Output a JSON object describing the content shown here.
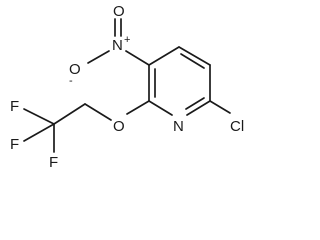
{
  "molecule": {
    "atoms": {
      "nitro_n": "N",
      "nitro_n_charge": "+",
      "nitro_o_top": "O",
      "nitro_o_left": "O",
      "nitro_o_left_charge": "-",
      "ring_n": "N",
      "chlorine": "Cl",
      "ether_o": "O",
      "fluorine_1": "F",
      "fluorine_2": "F",
      "fluorine_3": "F"
    }
  }
}
